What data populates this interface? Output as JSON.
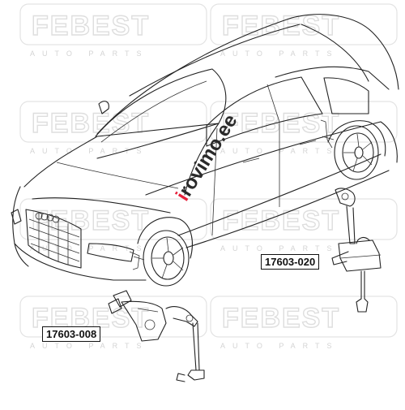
{
  "watermark": {
    "brand": "FEBEST",
    "sub": "AUTO PARTS"
  },
  "overlay_logo": {
    "accent_text": "i",
    "text": "rovimo.ee",
    "accent_color": "#e6203a"
  },
  "parts": [
    {
      "number": "17603-020",
      "position_desc": "rear"
    },
    {
      "number": "17603-008",
      "position_desc": "front"
    }
  ]
}
